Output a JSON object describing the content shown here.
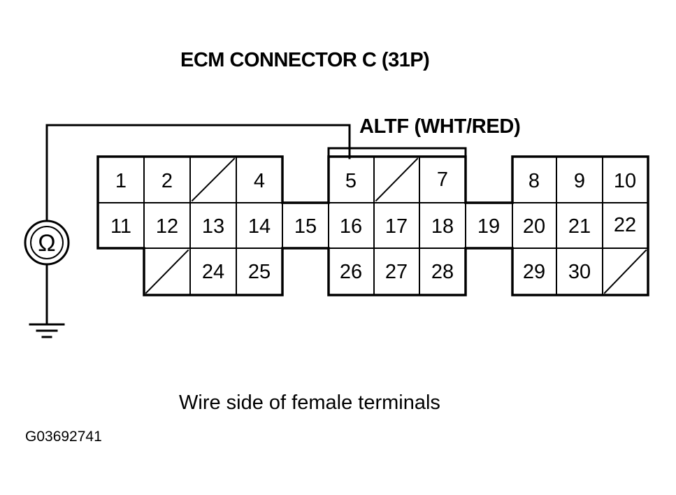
{
  "title": "ECM CONNECTOR C (31P)",
  "wire_label": "ALTF (WHT/RED)",
  "caption": "Wire side of female terminals",
  "figure_id": "G03692741",
  "meter_symbol": "Ω",
  "meter_icon": "ohmmeter-icon",
  "ground_icon": "ground-icon",
  "connector": {
    "row1": [
      "1",
      "2",
      "",
      "4",
      "5",
      "",
      "7",
      "8",
      "9",
      "10"
    ],
    "row2": [
      "11",
      "12",
      "13",
      "14",
      "15",
      "16",
      "17",
      "18",
      "19",
      "20",
      "21",
      "22"
    ],
    "row3": [
      "",
      "24",
      "25",
      "26",
      "27",
      "28",
      "29",
      "30",
      ""
    ],
    "blank_positions": [
      "row1 col3",
      "row1 col6",
      "row3 col2",
      "row3 col12"
    ]
  }
}
